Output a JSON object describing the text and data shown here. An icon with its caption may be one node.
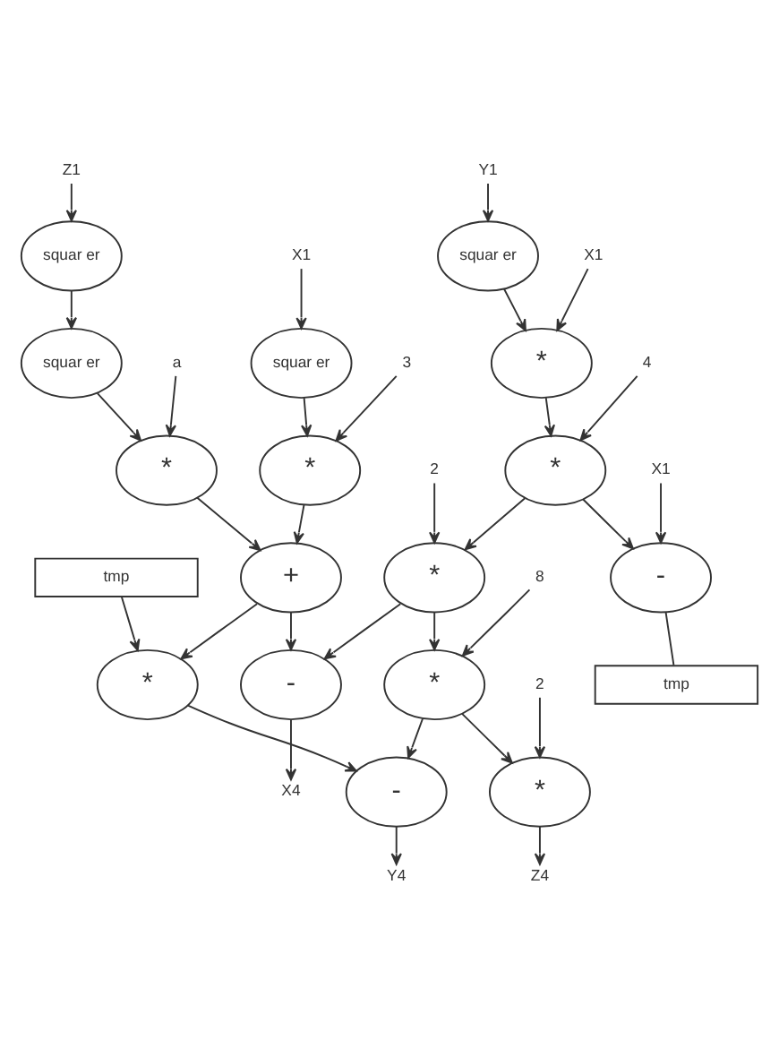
{
  "diagram": {
    "nodes": [
      {
        "text": [
          "X1"
        ]
      },
      {
        "text": [
          "Z1"
        ]
      },
      {
        "text": [
          "squar er"
        ]
      },
      {
        "text": [
          "squar er"
        ]
      },
      {
        "text": [
          "3"
        ]
      },
      {
        "text": [
          "*"
        ]
      },
      {
        "text": [
          "squar er"
        ]
      },
      {
        "text": [
          "a"
        ]
      },
      {
        "text": [
          "*"
        ]
      },
      {
        "text": [
          "Y1"
        ]
      },
      {
        "text": [
          "squar er"
        ]
      },
      {
        "text": [
          "X1"
        ]
      },
      {
        "text": [
          "*"
        ]
      },
      {
        "text": [
          "+"
        ]
      },
      {
        "text": [
          "tmp"
        ]
      },
      {
        "text": [
          "4"
        ]
      },
      {
        "text": [
          "*"
        ]
      },
      {
        "text": [
          "*"
        ]
      },
      {
        "text": [
          "X1"
        ]
      },
      {
        "text": [
          "2"
        ]
      },
      {
        "text": [
          "-"
        ]
      },
      {
        "text": [
          "*"
        ]
      },
      {
        "text": [
          "-"
        ]
      },
      {
        "text": [
          "tmp"
        ]
      },
      {
        "text": [
          "8"
        ]
      },
      {
        "text": [
          "*"
        ]
      },
      {
        "text": [
          "2"
        ]
      },
      {
        "text": [
          "*"
        ]
      },
      {
        "text": [
          "X4"
        ]
      },
      {
        "text": [
          "-"
        ]
      },
      {
        "text": [
          "Z4"
        ]
      },
      {
        "text": [
          "Y4"
        ]
      }
    ],
    "edges": [
      {
        "from": 0,
        "to": 2,
        "arrow": "to"
      },
      {
        "from": 1,
        "to": 3,
        "arrow": "to"
      },
      {
        "from": 2,
        "to": 5,
        "arrow": "to"
      },
      {
        "from": 4,
        "to": 5,
        "arrow": "to"
      },
      {
        "from": 3,
        "to": 6,
        "arrow": "to"
      },
      {
        "from": 6,
        "to": 8,
        "arrow": "to"
      },
      {
        "from": 7,
        "to": 8,
        "arrow": "to"
      },
      {
        "from": 5,
        "to": 13,
        "arrow": "to"
      },
      {
        "from": 8,
        "to": 13,
        "arrow": "to"
      },
      {
        "from": 9,
        "to": 10,
        "arrow": "to"
      },
      {
        "from": 10,
        "to": 12,
        "arrow": "to"
      },
      {
        "from": 11,
        "to": 12,
        "arrow": "to"
      },
      {
        "from": 14,
        "to": 17,
        "arrow": "to"
      },
      {
        "from": 13,
        "to": 17,
        "arrow": "to"
      },
      {
        "from": 13,
        "to": 22,
        "arrow": "to"
      },
      {
        "from": 12,
        "to": 16,
        "arrow": "to"
      },
      {
        "from": 15,
        "to": 16,
        "arrow": "to"
      },
      {
        "from": 16,
        "to": 21,
        "arrow": "to"
      },
      {
        "from": 19,
        "to": 21,
        "arrow": "to"
      },
      {
        "from": 16,
        "to": 20,
        "arrow": "to"
      },
      {
        "from": 18,
        "to": 20,
        "arrow": "to"
      },
      {
        "from": 20,
        "to": 23,
        "arrow": "none"
      },
      {
        "from": 21,
        "to": 22,
        "arrow": "to"
      },
      {
        "from": 21,
        "to": 25,
        "arrow": "to"
      },
      {
        "from": 24,
        "to": 25,
        "arrow": "to"
      },
      {
        "from": 25,
        "to": 27,
        "arrow": "to"
      },
      {
        "from": 26,
        "to": 27,
        "arrow": "to"
      },
      {
        "from": 25,
        "to": 29,
        "arrow": "to"
      },
      {
        "from": 17,
        "to": 29,
        "arrow": "to"
      },
      {
        "from": 22,
        "to": 28,
        "arrow": "to"
      },
      {
        "from": 29,
        "to": 31,
        "arrow": "to"
      },
      {
        "from": 27,
        "to": 30,
        "arrow": "to"
      }
    ]
  }
}
